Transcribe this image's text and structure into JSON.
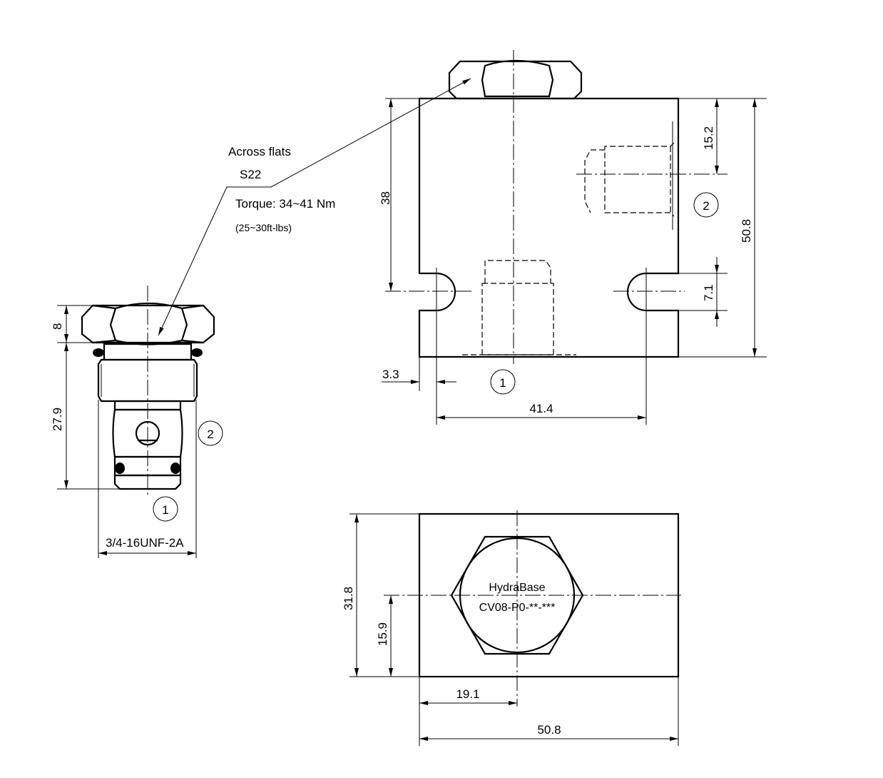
{
  "annotation": {
    "across_flats": "Across flats",
    "size": "S22",
    "torque": "Torque: 34~41 Nm",
    "torque_imperial": "(25~30ft-lbs)"
  },
  "cartridge": {
    "dim_nut_height": "8",
    "dim_length": "27.9",
    "thread": "3/4-16UNF-2A",
    "port_1": "1",
    "port_2": "2"
  },
  "block_front": {
    "dim_38": "38",
    "dim_15_2": "15.2",
    "dim_7_1": "7.1",
    "dim_50_8": "50.8",
    "dim_3_3": "3.3",
    "dim_41_4": "41.4",
    "port_1": "1",
    "port_2": "2"
  },
  "block_top": {
    "brand": "HydraBase",
    "model": "CV08-P0-**-***",
    "dim_31_8": "31.8",
    "dim_15_9": "15.9",
    "dim_19_1": "19.1",
    "dim_50_8": "50.8"
  }
}
